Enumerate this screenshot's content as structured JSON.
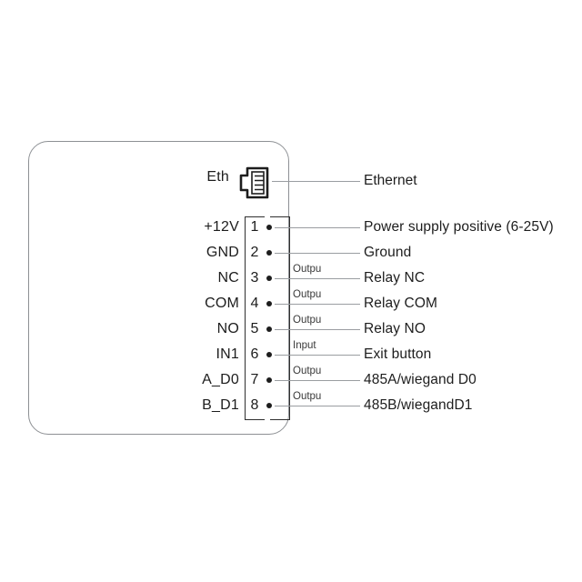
{
  "device": {
    "outline_color": "#8d9094",
    "background": "#ffffff"
  },
  "ethernet": {
    "port_label": "Eth",
    "icon": "rj45-ethernet-port-icon",
    "description": "Ethernet"
  },
  "terminal_block": {
    "pins": [
      {
        "number": "1",
        "name": "+12V",
        "signal_type": "",
        "description": "Power supply positive (6-25V)"
      },
      {
        "number": "2",
        "name": "GND",
        "signal_type": "",
        "description": "Ground"
      },
      {
        "number": "3",
        "name": "NC",
        "signal_type": "Outpu",
        "description": "Relay NC"
      },
      {
        "number": "4",
        "name": "COM",
        "signal_type": "Outpu",
        "description": "Relay COM"
      },
      {
        "number": "5",
        "name": "NO",
        "signal_type": "Outpu",
        "description": "Relay NO"
      },
      {
        "number": "6",
        "name": "IN1",
        "signal_type": "Input",
        "description": "Exit button"
      },
      {
        "number": "7",
        "name": "A_D0",
        "signal_type": "Outpu",
        "description": "485A/wiegand D0"
      },
      {
        "number": "8",
        "name": "B_D1",
        "signal_type": "Outpu",
        "description": "485B/wiegandD1"
      }
    ]
  }
}
